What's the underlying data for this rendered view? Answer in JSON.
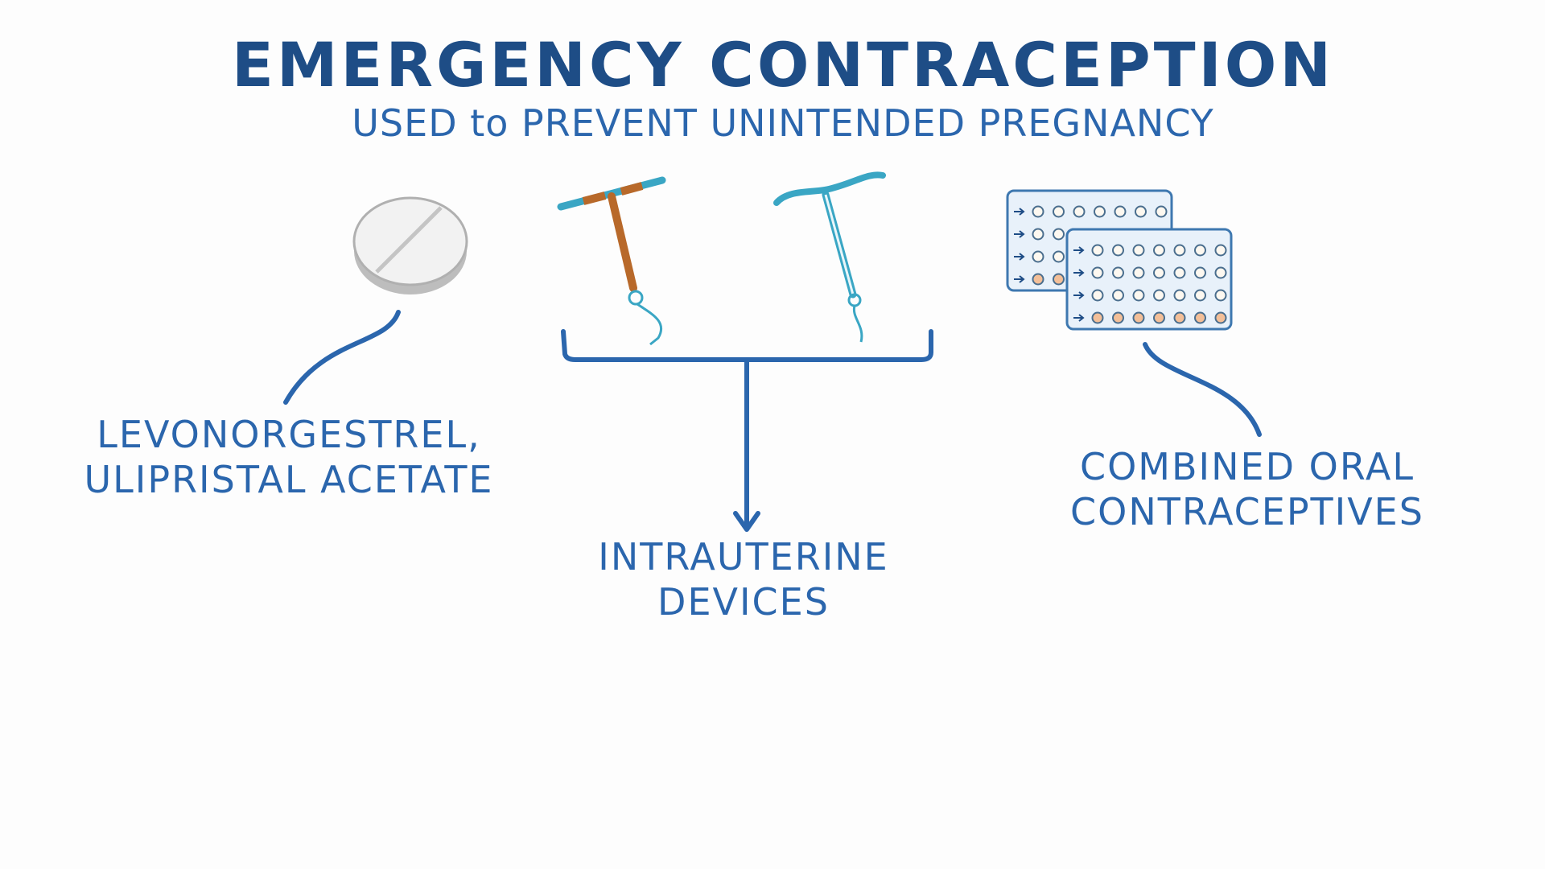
{
  "title": "EMERGENCY CONTRACEPTION",
  "subtitle": "USED to PREVENT UNINTENDED PREGNANCY",
  "labels": {
    "pill": {
      "line1": "LEVONORGESTREL,",
      "line2": "ULIPRISTAL ACETATE"
    },
    "iud": {
      "line1": "INTRAUTERINE",
      "line2": "DEVICES"
    },
    "coc": {
      "line1": "COMBINED ORAL",
      "line2": "CONTRACEPTIVES"
    }
  },
  "icons": [
    "pill-icon",
    "copper-iud-icon",
    "hormonal-iud-icon",
    "pill-pack-icon"
  ],
  "colors": {
    "title": "#1e4d86",
    "text": "#2b66ad",
    "iud": "#3aa6c4",
    "copper": "#b8692a",
    "pack": "#e8f1fa",
    "placebo": "#f3bf98"
  }
}
